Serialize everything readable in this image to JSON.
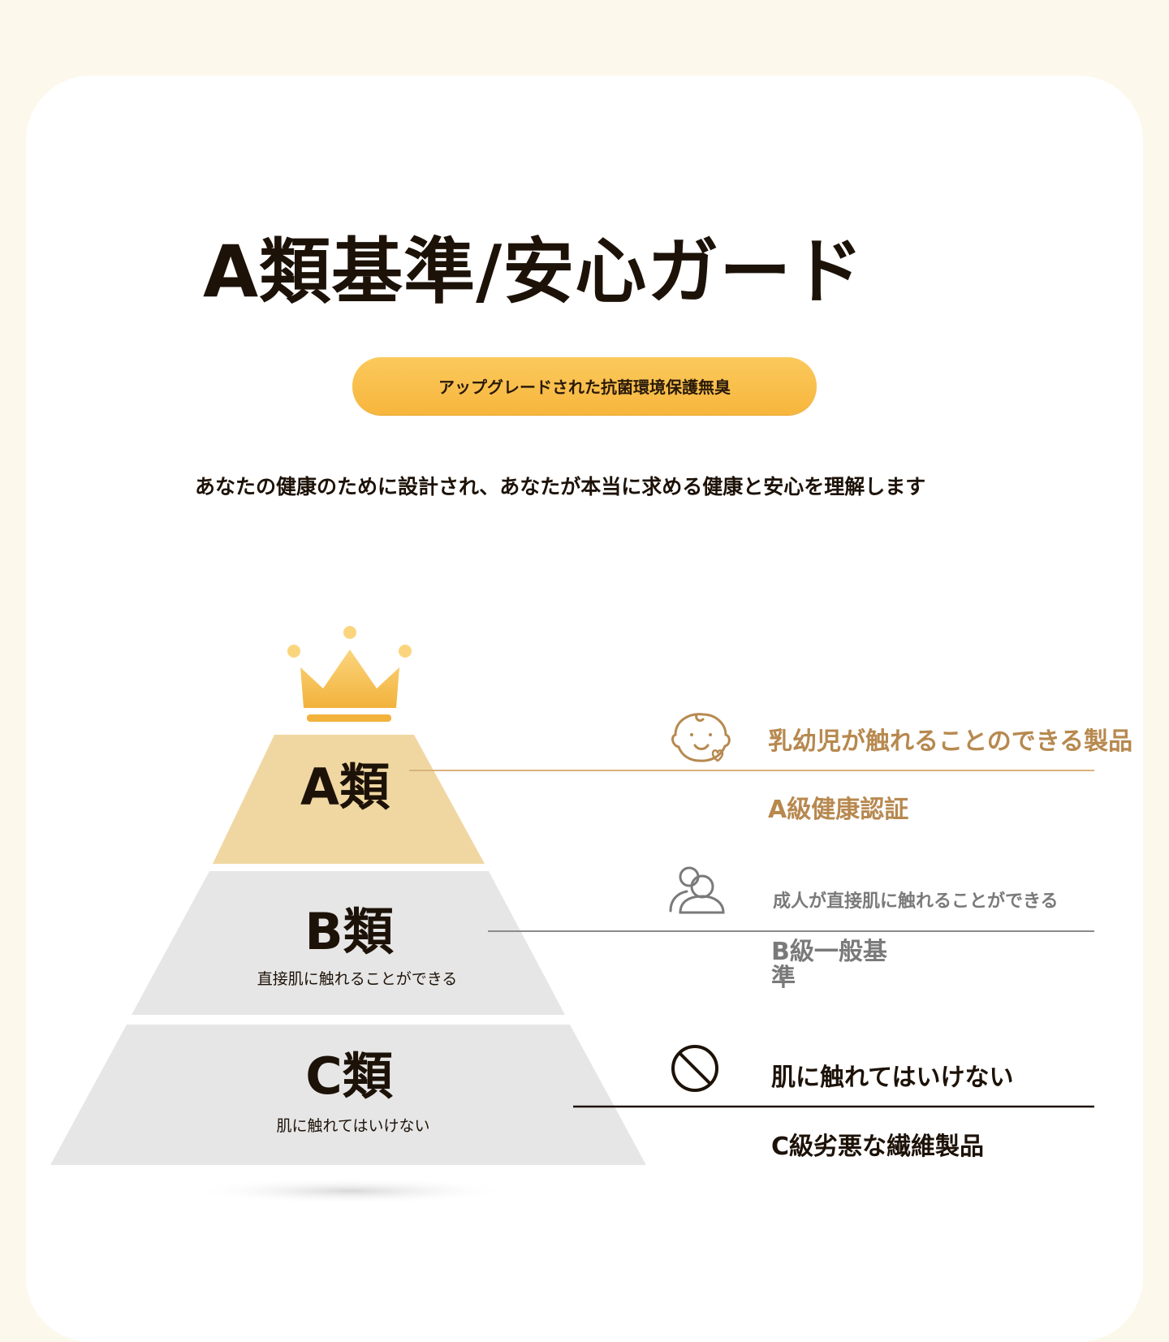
{
  "title": "A類基準/安心ガード",
  "pill": "アップグレードされた抗菌環境保護無臭",
  "subtitle": "あなたの健康のために設計され、あなたが本当に求める健康と安心を理解します",
  "pyramid": {
    "a": {
      "label": "A類"
    },
    "b": {
      "label": "B類",
      "sub": "直接肌に触れることができる"
    },
    "c": {
      "label": "C類",
      "sub": "肌に触れてはいけない"
    }
  },
  "rows": {
    "a": {
      "title": "乳幼児が触れることのできる製品",
      "cert": "A級健康認証",
      "icon": "baby-icon",
      "color": "#b7894f"
    },
    "b": {
      "title": "成人が直接肌に触れることができる",
      "cert": "B級一般基準",
      "icon": "people-icon",
      "color": "#7a7a7a"
    },
    "c": {
      "title": "肌に触れてはいけない",
      "cert": "C級劣悪な繊維製品",
      "icon": "prohibited-icon",
      "color": "#1d1208"
    }
  },
  "colors": {
    "gold": "#f7b63d",
    "tier_a": "#f0d7a2",
    "tier_bc": "#e6e6e6"
  }
}
